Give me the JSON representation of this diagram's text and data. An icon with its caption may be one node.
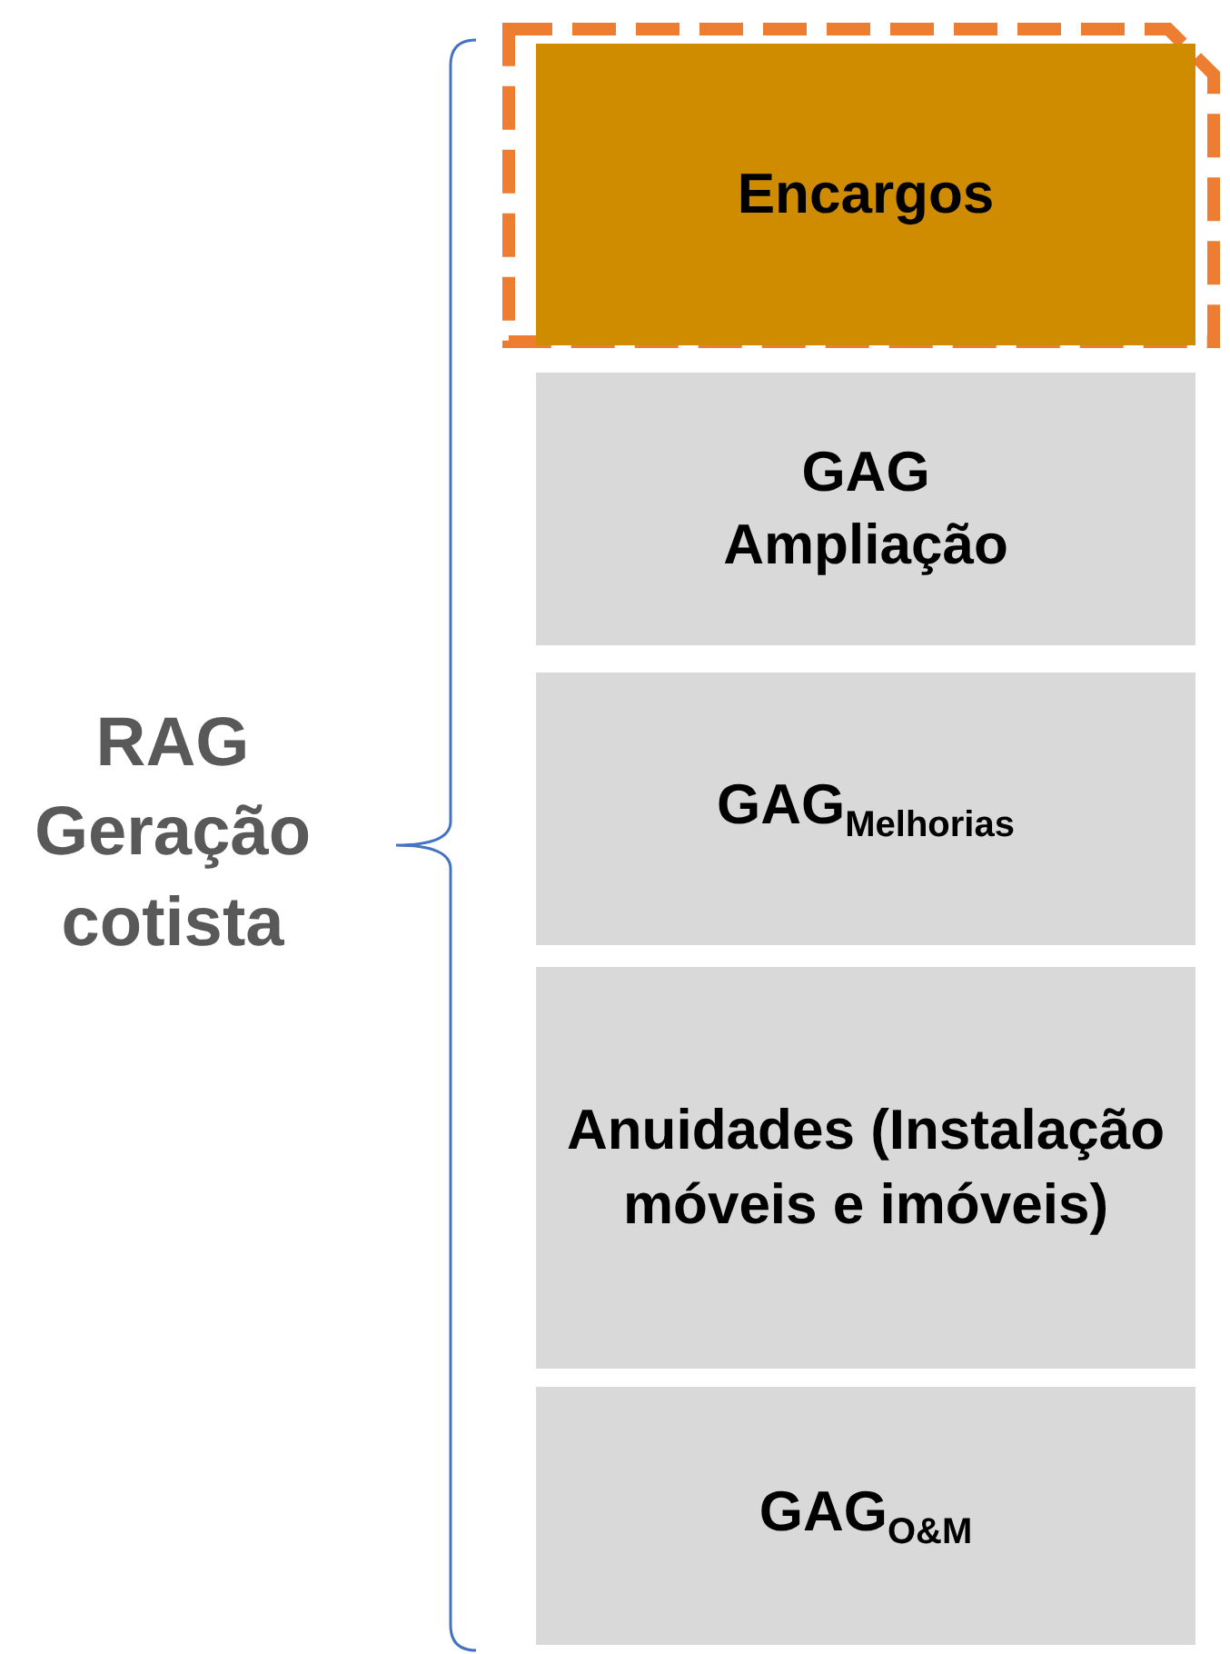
{
  "diagram": {
    "nodes": [
      {
        "text": [
          "Encargos"
        ]
      },
      {
        "text": [
          "GAG Ampliação"
        ]
      },
      {
        "text": [
          "GAG$_{Melhorias}$"
        ]
      },
      {
        "text": [
          "Anuidades (Instalação móveis e imóveis)"
        ]
      },
      {
        "text": [
          "GAG$_{O&M}$"
        ]
      }
    ],
    "edges": [],
    "labels": [
      "RAG Geração cotista"
    ]
  }
}
